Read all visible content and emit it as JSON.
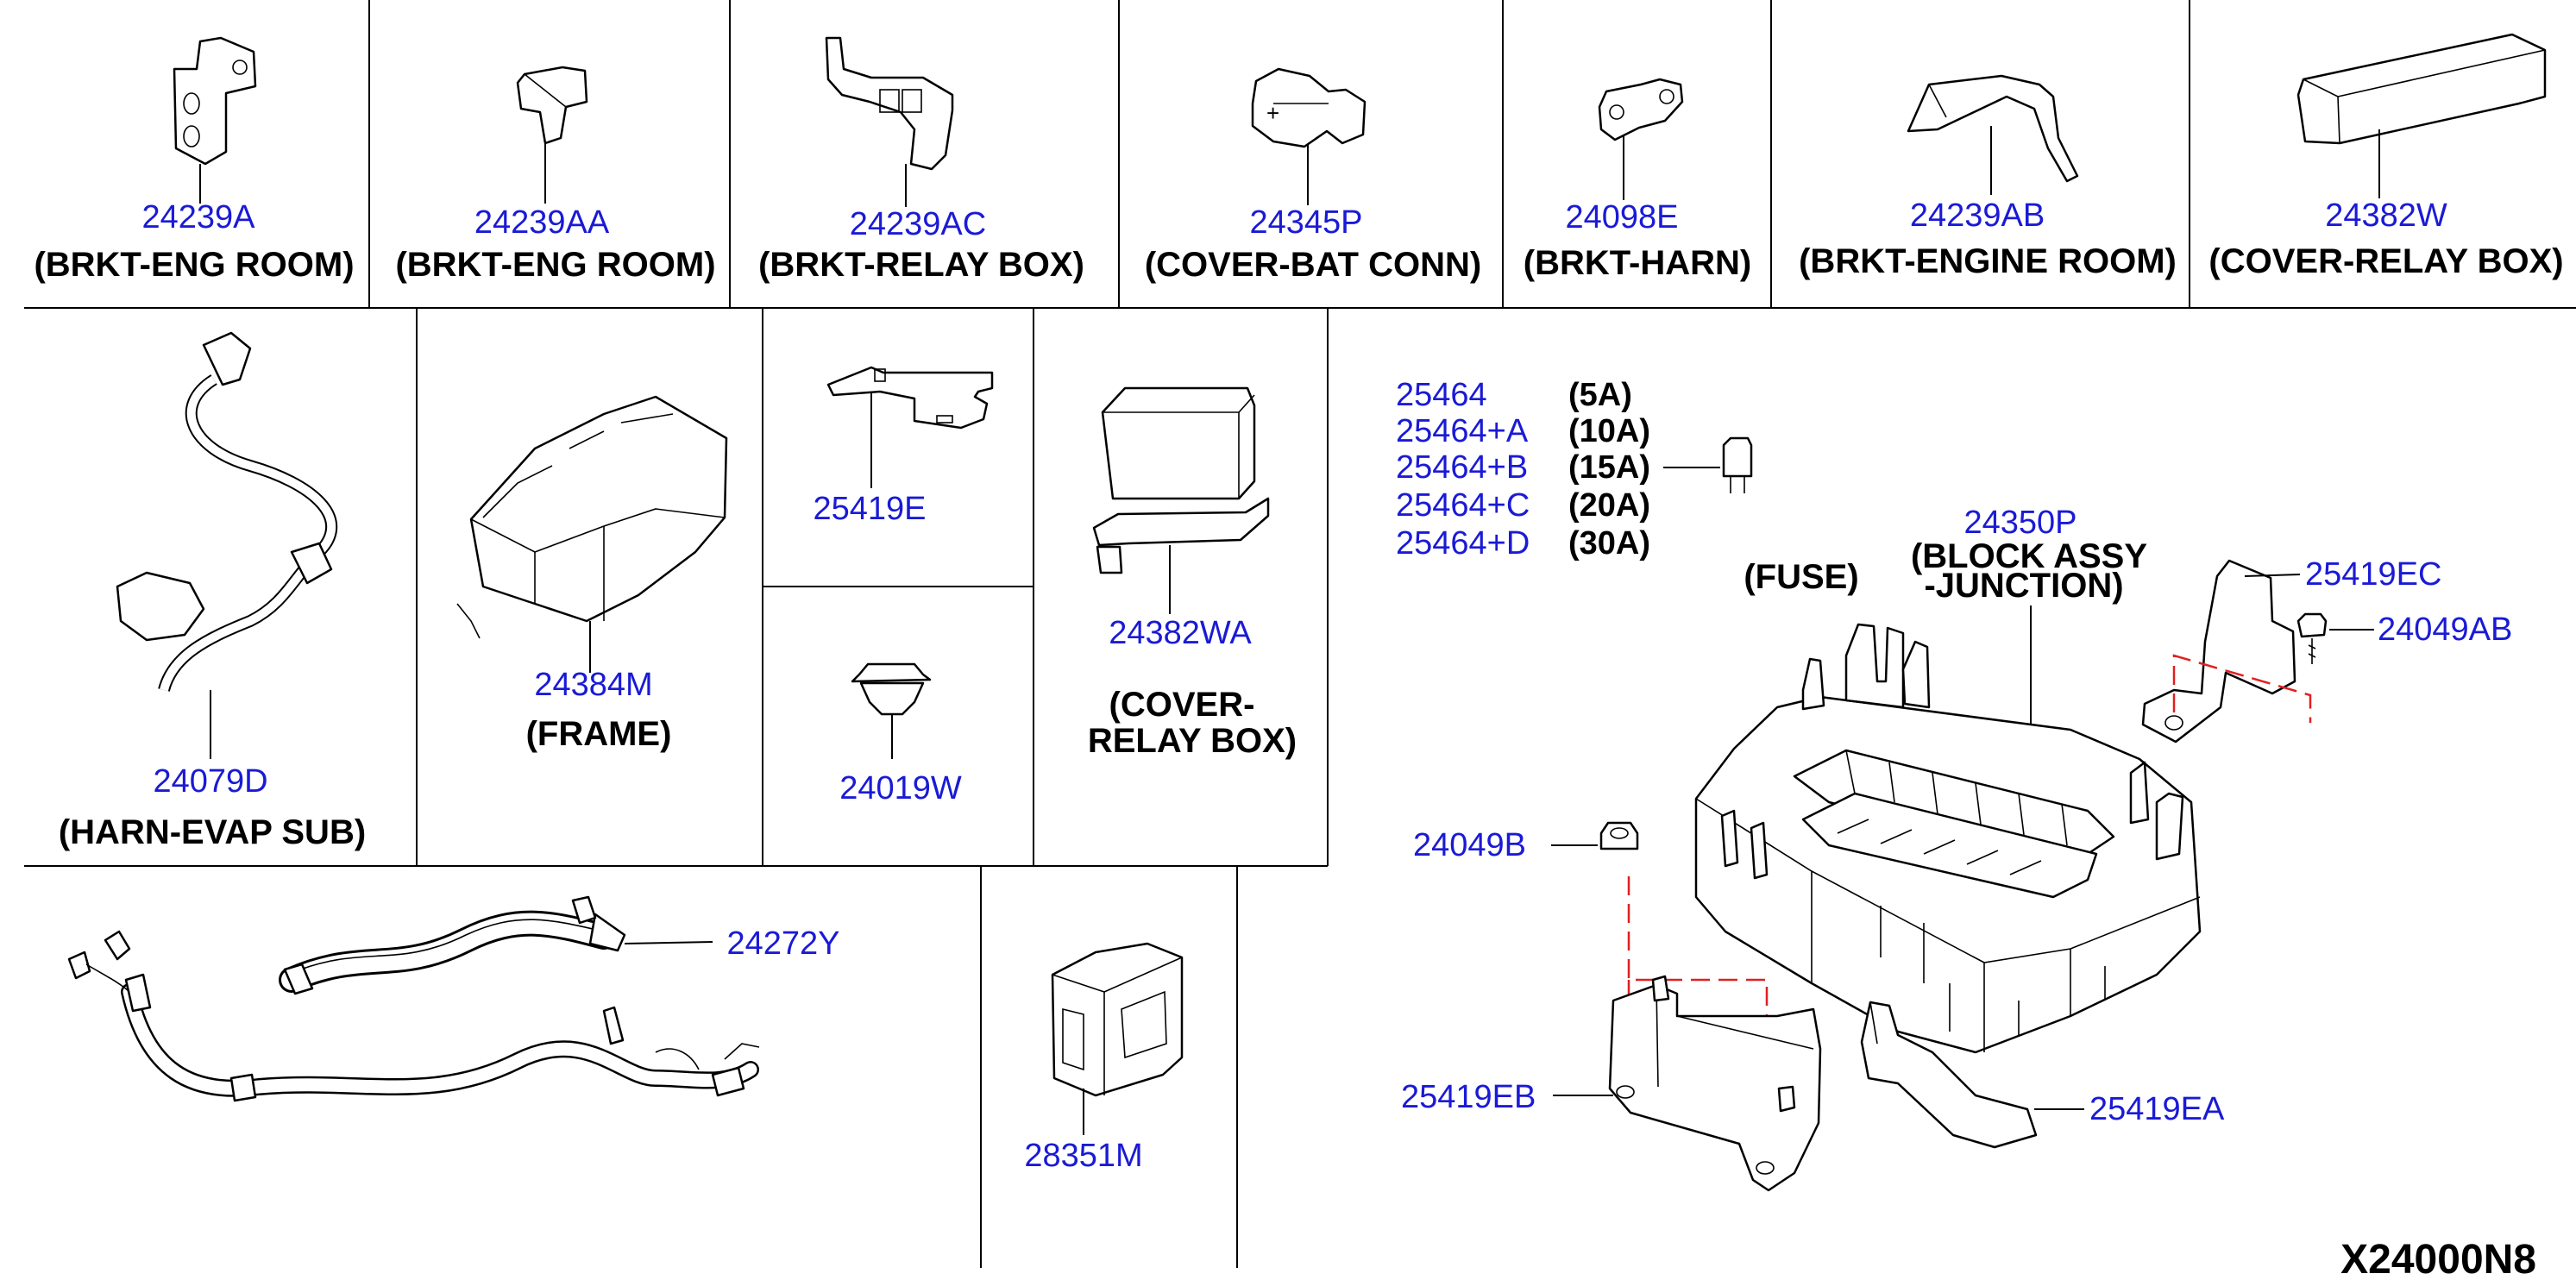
{
  "diagram_code": "X24000N8",
  "colors": {
    "part_number": "#1a1ad6",
    "description": "#000000",
    "alignment_dash": "#e02020"
  },
  "top_row": [
    {
      "part_number": "24239A",
      "description": "(BRKT-ENG ROOM)"
    },
    {
      "part_number": "24239AA",
      "description": "(BRKT-ENG ROOM)"
    },
    {
      "part_number": "24239AC",
      "description": "(BRKT-RELAY BOX)"
    },
    {
      "part_number": "24345P",
      "description": "(COVER-BAT CONN)"
    },
    {
      "part_number": "24098E",
      "description": "(BRKT-HARN)"
    },
    {
      "part_number": "24239AB",
      "description": "(BRKT-ENGINE ROOM)"
    },
    {
      "part_number": "24382W",
      "description": "(COVER-RELAY BOX)"
    }
  ],
  "middle": {
    "harness_evap": {
      "part_number": "24079D",
      "description": "(HARN-EVAP SUB)"
    },
    "frame": {
      "part_number": "24384M",
      "description": "(FRAME)"
    },
    "bracket_e": {
      "part_number": "25419E"
    },
    "clip": {
      "part_number": "24019W"
    },
    "cover_relay": {
      "part_number": "24382WA",
      "description_line1": "(COVER-",
      "description_line2": "RELAY BOX)"
    }
  },
  "bottom": {
    "harness": {
      "part_number": "24272Y"
    },
    "connector": {
      "part_number": "28351M"
    }
  },
  "fuses": {
    "items": [
      {
        "part_number": "25464",
        "rating": "(5A)"
      },
      {
        "part_number": "25464+A",
        "rating": "(10A)"
      },
      {
        "part_number": "25464+B",
        "rating": "(15A)"
      },
      {
        "part_number": "25464+C",
        "rating": "(20A)"
      },
      {
        "part_number": "25464+D",
        "rating": "(30A)"
      }
    ],
    "label": "(FUSE)"
  },
  "junction_block": {
    "part_number": "24350P",
    "description_line1": "(BLOCK ASSY",
    "description_line2": "-JUNCTION)"
  },
  "callouts": {
    "bracket_ec": "25419EC",
    "bolt_ab": "24049AB",
    "nut_b": "24049B",
    "bracket_eb": "25419EB",
    "bracket_ea": "25419EA"
  }
}
